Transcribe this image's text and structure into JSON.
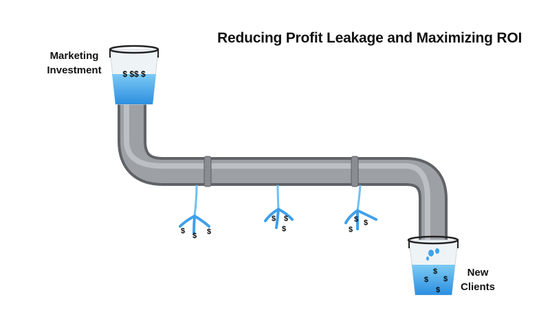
{
  "title": "Reducing Profit Leakage and Maximizing ROI",
  "labels": {
    "top_bucket": "Marketing Investment",
    "bottom_bucket": "New Clients"
  },
  "symbols": {
    "dollar": "$",
    "top_bucket_text": "$ $$ $"
  },
  "colors": {
    "pipe": "#8d9195",
    "water": "#3f9fe9",
    "water_light": "#8fd0f6",
    "bucket_rim": "#222222"
  }
}
